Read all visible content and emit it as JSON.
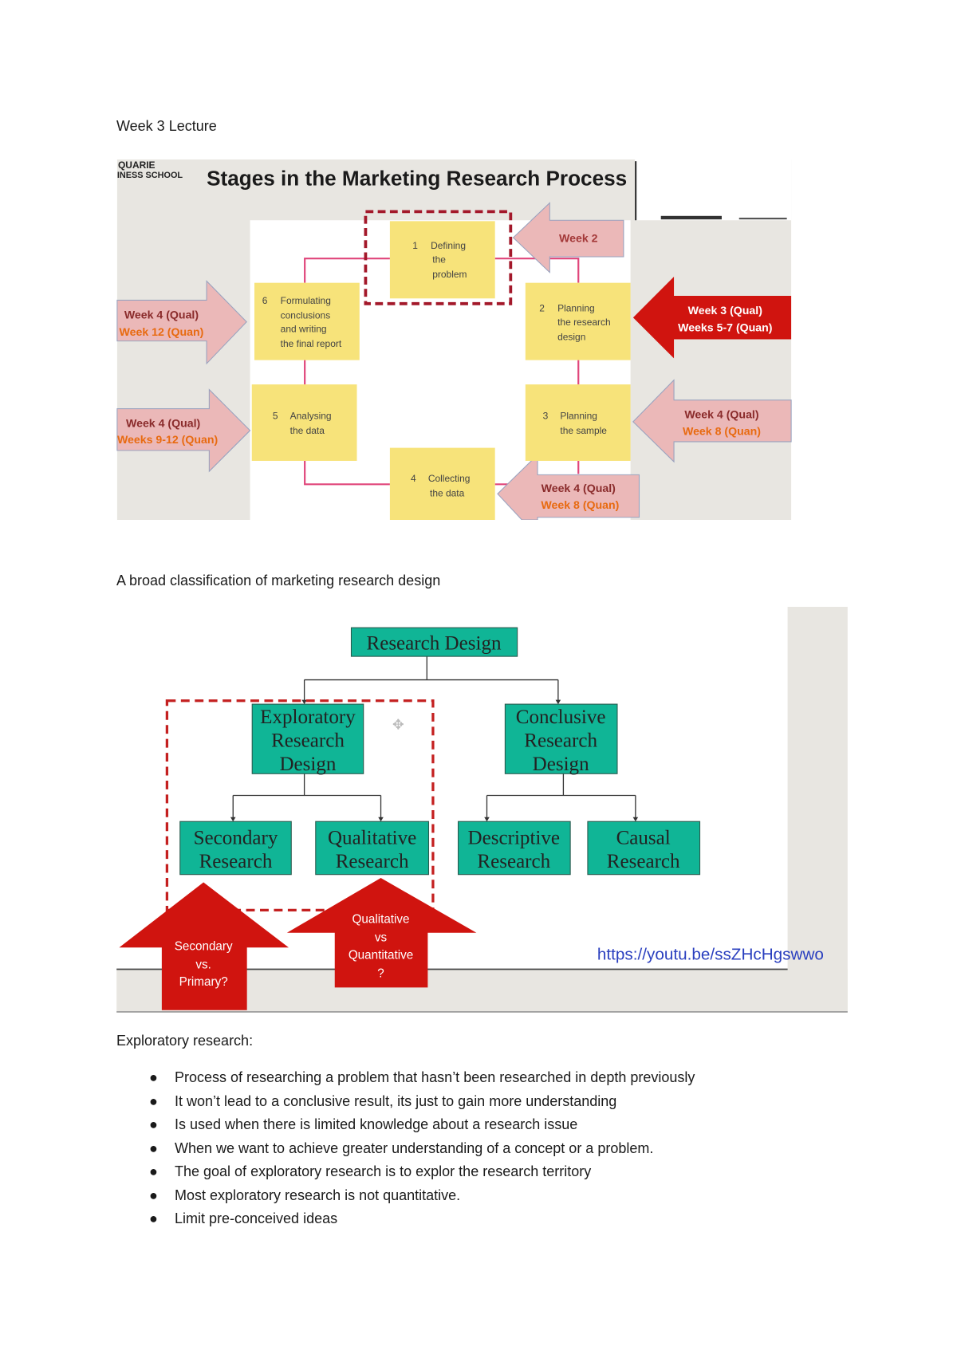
{
  "heading": "Week 3 Lecture",
  "slide1": {
    "logo_line1": "QUARIE",
    "logo_line2": "INESS SCHOOL",
    "title": "Stages in the Marketing Research Process",
    "stages": [
      {
        "num": "1",
        "lines": [
          "Defining",
          "the",
          "problem"
        ]
      },
      {
        "num": "2",
        "lines": [
          "Planning",
          "the research",
          "design"
        ]
      },
      {
        "num": "3",
        "lines": [
          "Planning",
          "the sample"
        ]
      },
      {
        "num": "4",
        "lines": [
          "Collecting",
          "the data"
        ]
      },
      {
        "num": "5",
        "lines": [
          "Analysing",
          "the data"
        ]
      },
      {
        "num": "6",
        "lines": [
          "Formulating",
          "conclusions",
          "and writing",
          "the final report"
        ]
      }
    ],
    "arrows": {
      "week2": "Week 2",
      "left_top": [
        "Week 4 (Qual)",
        "Week 12 (Quan)"
      ],
      "left_bottom": [
        "Week 4 (Qual)",
        "Weeks 9-12 (Quan)"
      ],
      "right_top": [
        "Week 3 (Qual)",
        "Weeks 5-7 (Quan)"
      ],
      "right_bottom": [
        "Week 4 (Qual)",
        "Week 8 (Quan)"
      ],
      "bottom": [
        "Week 4 (Qual)",
        "Week 8 (Quan)"
      ]
    },
    "colors": {
      "stage": "#f7e37a",
      "arrow_pink": "#ebb8b8",
      "arrow_red": "#d0140f",
      "connector": "#e0457a",
      "highlight": "#a3182a",
      "quan": "#e86a10",
      "qual": "#8a2b2b"
    }
  },
  "caption2": "A broad classification of marketing research design",
  "slide2": {
    "root": "Research Design",
    "exploratory": [
      "Exploratory",
      "Research",
      "Design"
    ],
    "conclusive": [
      "Conclusive",
      "Research",
      "Design"
    ],
    "secondary": [
      "Secondary",
      "Research"
    ],
    "qualitative": [
      "Qualitative",
      "Research"
    ],
    "descriptive": [
      "Descriptive",
      "Research"
    ],
    "causal": [
      "Causal",
      "Research"
    ],
    "arrow_left": [
      "Secondary",
      "vs.",
      "Primary?"
    ],
    "arrow_right": [
      "Qualitative",
      "vs",
      "Quantitative",
      "?"
    ],
    "link": "https://youtu.be/ssZHcHgswwo",
    "colors": {
      "box": "#10b596",
      "arrow": "#d0140f",
      "link": "#2a3fbf"
    }
  },
  "section_title": "Exploratory research:",
  "bullets": [
    "Process of researching a problem that hasn’t been researched in depth previously",
    "It won’t lead to a conclusive result, its just to gain more understanding",
    "Is used when there is limited knowledge about a research issue",
    "When we want to achieve greater understanding of a concept or a problem.",
    "The goal of exploratory research is to explor the research territory",
    "Most exploratory research is not quantitative.",
    "Limit pre-conceived ideas"
  ]
}
